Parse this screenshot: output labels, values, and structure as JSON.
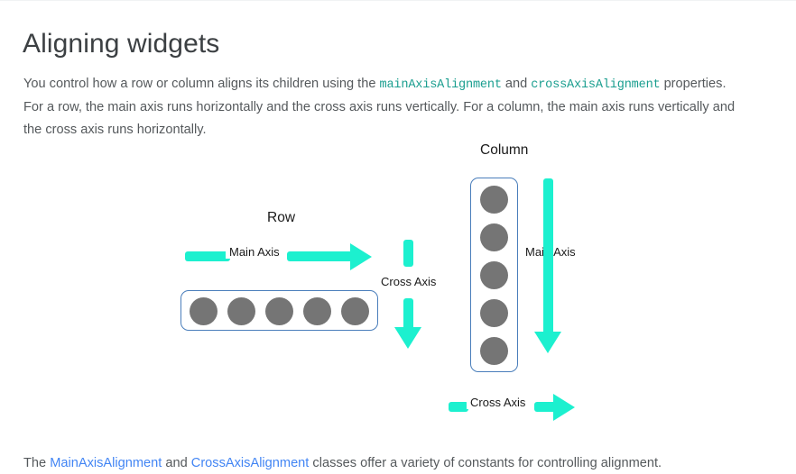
{
  "page": {
    "title": "Aligning widgets"
  },
  "intro": {
    "part1": "You control how a row or column aligns its children using the ",
    "code1": "mainAxisAlignment",
    "part2": " and ",
    "code2": "crossAxisAlignment",
    "part3": " properties. For a row, the main axis runs horizontally and the cross axis runs vertically. For a column, the main axis runs vertically and the cross axis runs horizontally."
  },
  "footer": {
    "part1": "The ",
    "link1": "MainAxisAlignment",
    "part2": " and ",
    "link2": "CrossAxisAlignment",
    "part3": " classes offer a variety of constants for controlling alignment."
  },
  "diagram": {
    "row": {
      "title": "Row",
      "main_axis_label": "Main Axis",
      "cross_axis_label": "Cross Axis",
      "dot_count": 5
    },
    "column": {
      "title": "Column",
      "main_axis_label": "Main Axis",
      "cross_axis_label": "Cross Axis",
      "dot_count": 5
    }
  },
  "colors": {
    "arrow": "#1cf0cf",
    "box_border": "#4a7ebb",
    "dot": "#757575",
    "code_text": "#1a9e8f",
    "link": "#4285f4",
    "title_text": "#3c4043",
    "body_text": "#55595c"
  }
}
